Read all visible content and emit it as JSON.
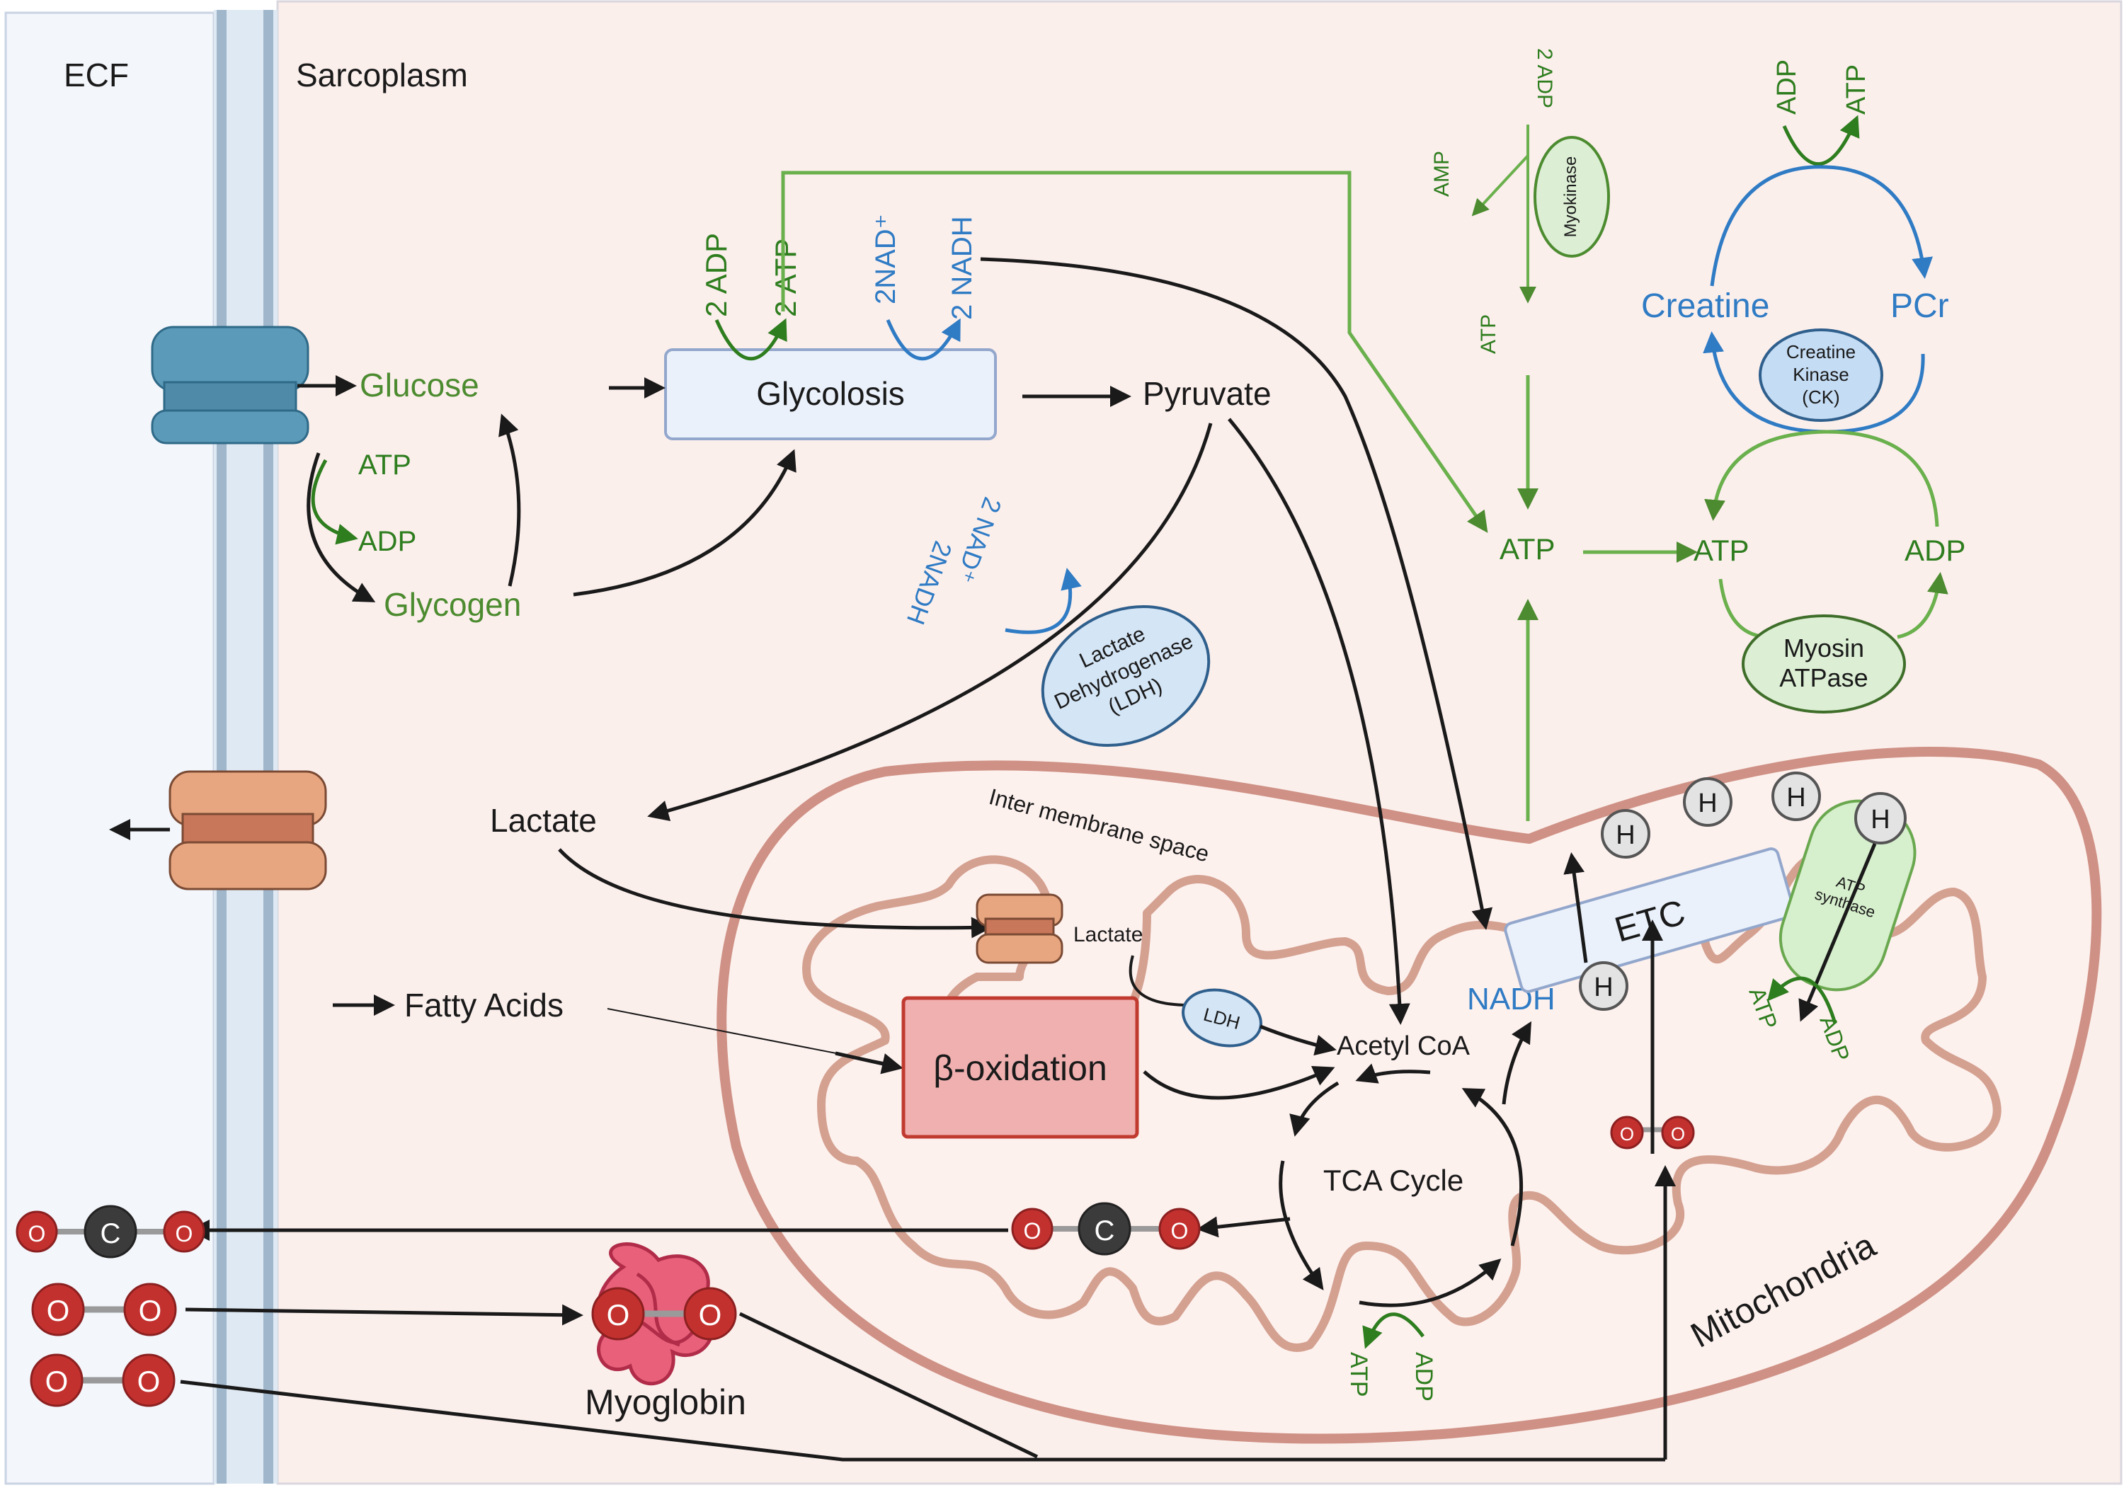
{
  "regions": {
    "ecf": "ECF",
    "sarcoplasm": "Sarcoplasm",
    "inter_membrane": "Inter membrane space",
    "mitochondria": "Mitochondria"
  },
  "glycolysis": {
    "box": "Glycolosis",
    "adp": "2 ADP",
    "atp": "2 ATP",
    "nad": "2NAD⁺",
    "nadh": "2 NADH"
  },
  "metabolites": {
    "glucose": "Glucose",
    "glycogen": "Glycogen",
    "atp": "ATP",
    "adp": "ADP",
    "pyruvate": "Pyruvate",
    "lactate": "Lactate",
    "fatty_acids": "Fatty Acids",
    "lactate_mito": "Lactate",
    "acetyl_coa": "Acetyl CoA",
    "nadh_mito": "NADH",
    "tca_atp": "ATP",
    "tca_adp": "ADP",
    "synthase_atp": "ATP",
    "synthase_adp": "ADP",
    "central_atp": "ATP",
    "myosin_atp": "ATP",
    "myosin_adp": "ADP"
  },
  "ldh": {
    "nadh": "2NADH",
    "nad": "2 NAD⁺",
    "enzyme_line1": "Lactate",
    "enzyme_line2": "Dehydrogenase",
    "enzyme_line3": "(LDH)",
    "small": "LDH"
  },
  "myokinase": {
    "adp": "2 ADP",
    "amp": "AMP",
    "atp": "ATP",
    "enzyme": "Myokinase"
  },
  "creatine": {
    "adp": "ADP",
    "atp": "ATP",
    "creatine": "Creatine",
    "pcr": "PCr",
    "ck_line1": "Creatine",
    "ck_line2": "Kinase",
    "ck_line3": "(CK)"
  },
  "myosin": {
    "line1": "Myosin",
    "line2": "ATPase"
  },
  "mito": {
    "beta": "β-oxidation",
    "tca": "TCA Cycle",
    "etc": "ETC",
    "synthase_line1": "ATP",
    "synthase_line2": "synthase",
    "h": "H"
  },
  "gases": {
    "o": "O",
    "c": "C",
    "myoglobin": "Myoglobin"
  },
  "colors": {
    "green": "#4c8b2f",
    "dark_green": "#2e7d1e",
    "blue": "#2f7bc4",
    "mito_line": "#cf9185",
    "oxygen_red": "#c3312f",
    "carbon_grey": "#3b3b3b"
  }
}
